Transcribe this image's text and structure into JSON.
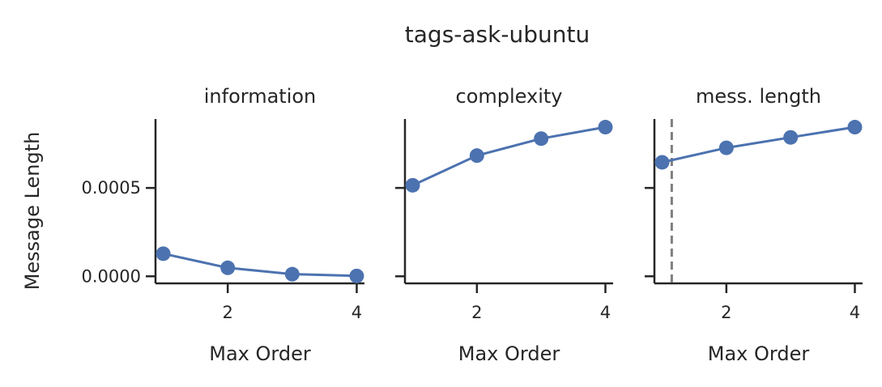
{
  "figure": {
    "title": "tags-ask-ubuntu"
  },
  "colors": {
    "series": "#4c72b0",
    "reference_line": "#808080",
    "text": "#262626"
  },
  "chart_data": [
    {
      "type": "line",
      "title": "information",
      "xlabel": "Max Order",
      "ylabel": "Message Length",
      "x": [
        1,
        2,
        3,
        4
      ],
      "series": [
        {
          "values": [
            0.000128,
            4.8e-05,
            1.2e-05,
            2e-06
          ]
        }
      ],
      "xlim": [
        0.88,
        4.12
      ],
      "ylim": [
        -4e-05,
        0.00089
      ],
      "xticks": [
        2,
        4
      ],
      "xtick_labels": [
        "2",
        "4"
      ],
      "yticks": [
        0.0,
        0.0005
      ],
      "ytick_labels": [
        "0.0000",
        "0.0005"
      ],
      "grid": false,
      "vline": null
    },
    {
      "type": "line",
      "title": "complexity",
      "xlabel": "Max Order",
      "ylabel": "",
      "x": [
        1,
        2,
        3,
        4
      ],
      "series": [
        {
          "values": [
            0.000515,
            0.000683,
            0.000779,
            0.000844
          ]
        }
      ],
      "xlim": [
        0.88,
        4.12
      ],
      "ylim": [
        -4e-05,
        0.00089
      ],
      "xticks": [
        2,
        4
      ],
      "xtick_labels": [
        "2",
        "4"
      ],
      "yticks": [
        0.0,
        0.0005
      ],
      "ytick_labels": [
        "",
        ""
      ],
      "grid": false,
      "vline": null
    },
    {
      "type": "line",
      "title": "mess. length",
      "xlabel": "Max Order",
      "ylabel": "",
      "x": [
        1,
        2,
        3,
        4
      ],
      "series": [
        {
          "values": [
            0.000645,
            0.000727,
            0.000786,
            0.000844
          ]
        }
      ],
      "xlim": [
        0.88,
        4.12
      ],
      "ylim": [
        -4e-05,
        0.00089
      ],
      "xticks": [
        2,
        4
      ],
      "xtick_labels": [
        "2",
        "4"
      ],
      "yticks": [
        0.0,
        0.0005
      ],
      "ytick_labels": [
        "",
        ""
      ],
      "grid": false,
      "vline": 1.15
    }
  ]
}
